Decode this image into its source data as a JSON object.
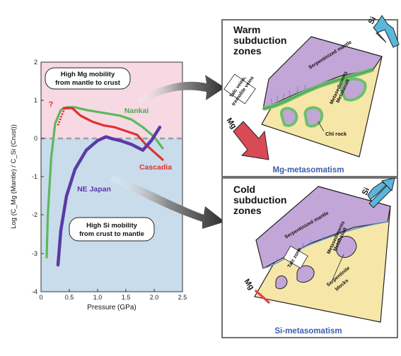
{
  "chart_data": {
    "type": "line",
    "ylabel": "Log (C_Mg (Mantle) / C_Si (Crust))",
    "xlabel": "Pressure (GPa)",
    "xlim": [
      0,
      2.5
    ],
    "ylim": [
      -4,
      2
    ],
    "x_ticks": [
      "0",
      "0.5",
      "1.0",
      "1.5",
      "2.0",
      "2.5"
    ],
    "y_ticks": [
      "2",
      "1",
      "0",
      "-1",
      "-2",
      "-3",
      "-4"
    ],
    "series": [
      {
        "name": "Nankai",
        "color": "#5cb85c",
        "points": [
          [
            0.1,
            -3.1
          ],
          [
            0.12,
            -2.0
          ],
          [
            0.18,
            -0.5
          ],
          [
            0.25,
            0.4
          ],
          [
            0.35,
            0.75
          ],
          [
            0.45,
            0.82
          ],
          [
            0.6,
            0.82
          ],
          [
            0.8,
            0.75
          ],
          [
            1.0,
            0.7
          ],
          [
            1.2,
            0.65
          ],
          [
            1.4,
            0.6
          ],
          [
            1.6,
            0.5
          ],
          [
            1.8,
            0.3
          ],
          [
            2.0,
            0.05
          ],
          [
            2.15,
            -0.25
          ]
        ]
      },
      {
        "name": "Cascadia",
        "color": "#e03030",
        "points": [
          [
            0.4,
            0.8
          ],
          [
            0.55,
            0.8
          ],
          [
            0.7,
            0.6
          ],
          [
            0.9,
            0.45
          ],
          [
            1.1,
            0.35
          ],
          [
            1.3,
            0.3
          ],
          [
            1.5,
            0.2
          ],
          [
            1.7,
            0.1
          ],
          [
            1.85,
            -0.15
          ],
          [
            2.0,
            -0.35
          ],
          [
            2.15,
            -0.55
          ]
        ]
      },
      {
        "name": "NE Japan",
        "color": "#5b3aa6",
        "points": [
          [
            0.3,
            -3.3
          ],
          [
            0.35,
            -2.4
          ],
          [
            0.45,
            -1.5
          ],
          [
            0.6,
            -0.8
          ],
          [
            0.8,
            -0.3
          ],
          [
            1.0,
            -0.05
          ],
          [
            1.15,
            0.05
          ],
          [
            1.25,
            0.0
          ],
          [
            1.4,
            -0.05
          ],
          [
            1.6,
            -0.15
          ],
          [
            1.8,
            -0.3
          ],
          [
            1.95,
            -0.05
          ],
          [
            2.1,
            0.3
          ]
        ]
      }
    ],
    "dashed_guess": {
      "label": "?",
      "points": [
        [
          0.3,
          0.35
        ],
        [
          0.35,
          0.55
        ],
        [
          0.42,
          0.8
        ]
      ]
    }
  },
  "regions": {
    "upper_label_1": "High Mg mobility",
    "upper_label_2": "from mantle to crust",
    "lower_label_1": "High Si mobility",
    "lower_label_2": "from crust to mantle"
  },
  "panel_warm": {
    "title_1": "Warm",
    "title_2": "subduction",
    "title_3": "zones",
    "arrow_element": "Si",
    "input_element": "Mg",
    "serpentinized": "Serpentinized mantle",
    "talc_1": "Talc veins,",
    "talc_2": "tremolite veins",
    "meta_1": "Metasediments",
    "meta_2": "Metabasalt",
    "chl": "Chl rock",
    "footer": "Mg-metasomatism"
  },
  "panel_cold": {
    "title_1": "Cold",
    "title_2": "subduction",
    "title_3": "zones",
    "arrow_element": "Si",
    "input_element": "Mg",
    "serpentinized": "Serpentinized mantle",
    "talc": "Talc zone",
    "meta_1": "Metasediments",
    "meta_2": "Metabasalt",
    "serp_1": "Serpentinite",
    "serp_2": "blocks",
    "footer": "Si-metasomatism"
  },
  "colors": {
    "upper_bg": "#f6d9e2",
    "lower_bg": "#c9dceb",
    "mantle": "#c3a6d8",
    "crust": "#f6e7a8",
    "rim": "#6cc06c",
    "footer_text": "#3a5fae",
    "si_arrow": "#59b7dd",
    "mg_arrow": "#d84a55"
  }
}
